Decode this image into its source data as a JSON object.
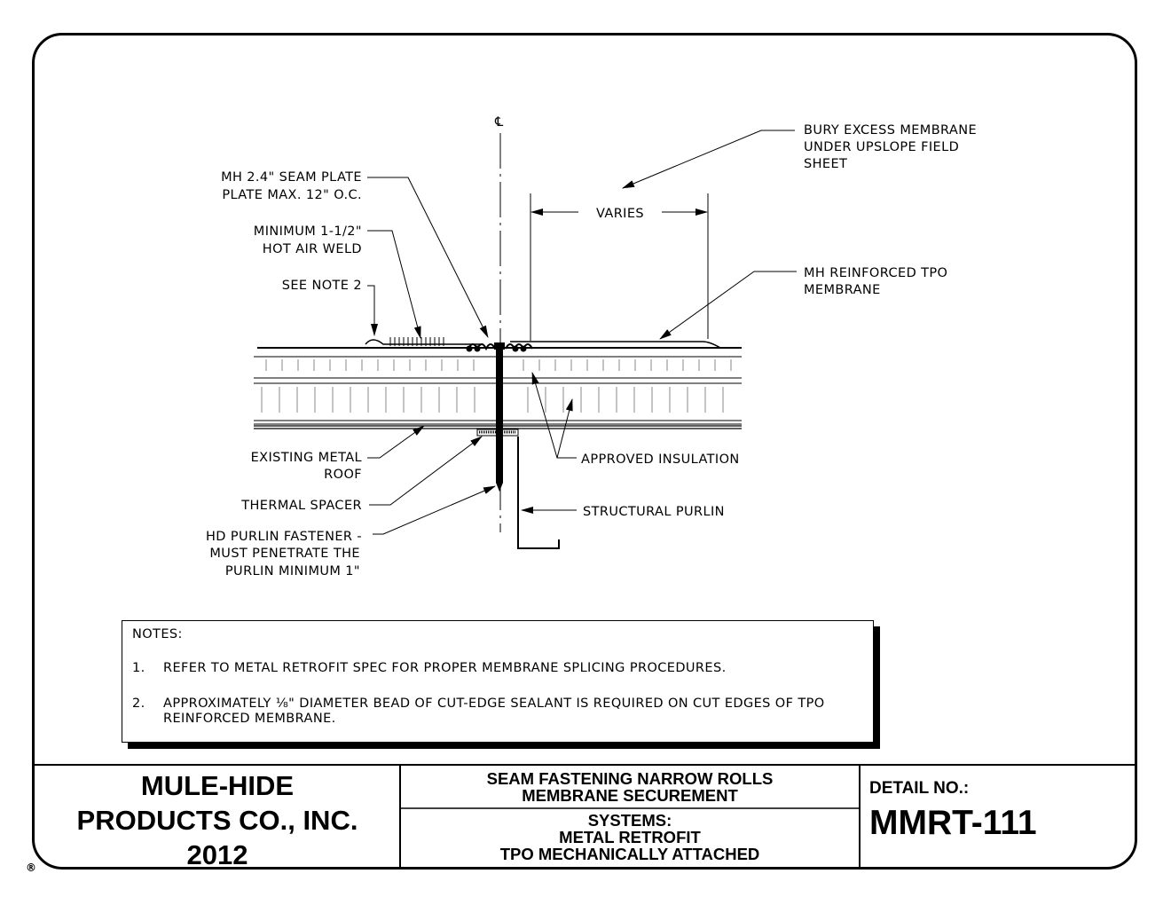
{
  "drawing": {
    "centerline_symbol": "℄",
    "labels": {
      "seam_plate_1": "MH 2.4\" SEAM PLATE",
      "seam_plate_2": "PLATE MAX. 12\" O.C.",
      "weld_1": "MINIMUM 1-1/2\"",
      "weld_2": "HOT AIR WELD",
      "see_note": "SEE NOTE 2",
      "bury_1": "BURY EXCESS MEMBRANE",
      "bury_2": "UNDER UPSLOPE FIELD",
      "bury_3": "SHEET",
      "varies": "VARIES",
      "tpo_1": "MH REINFORCED TPO",
      "tpo_2": "MEMBRANE",
      "metal_roof_1": "EXISTING METAL",
      "metal_roof_2": "ROOF",
      "insulation": "APPROVED INSULATION",
      "thermal_spacer": "THERMAL SPACER",
      "purlin": "STRUCTURAL PURLIN",
      "fastener_1": "HD PURLIN FASTENER -",
      "fastener_2": "MUST PENETRATE THE",
      "fastener_3": "PURLIN MINIMUM 1\""
    }
  },
  "notes": {
    "title": "NOTES:",
    "items": [
      {
        "num": "1.",
        "text": "REFER TO METAL RETROFIT SPEC FOR PROPER MEMBRANE SPLICING PROCEDURES."
      },
      {
        "num": "2.",
        "text": "APPROXIMATELY ⅛\" DIAMETER BEAD OF CUT-EDGE SEALANT IS REQUIRED ON CUT EDGES OF TPO REINFORCED MEMBRANE."
      }
    ]
  },
  "title_block": {
    "company_1": "MULE-HIDE",
    "company_2": "PRODUCTS CO., INC.",
    "company_3": "2012",
    "title_1": "SEAM FASTENING NARROW ROLLS",
    "title_2": "MEMBRANE SECUREMENT",
    "systems_1": "SYSTEMS:",
    "systems_2": "METAL RETROFIT",
    "systems_3": "TPO MECHANICALLY ATTACHED",
    "detail_label": "DETAIL NO.:",
    "detail_no": "MMRT-111",
    "registered_mark": "®"
  }
}
